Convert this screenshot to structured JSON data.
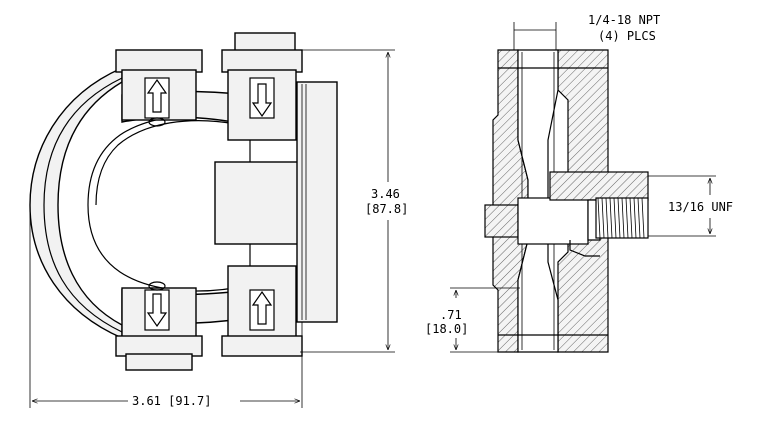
{
  "dimensions": {
    "height_label": "3.46",
    "height_metric": "[87.8]",
    "width_label": "3.61 [91.7]",
    "port_offset_label": ".71",
    "port_offset_metric": "[18.0]",
    "thread_label": "13/16 UNF",
    "npt_label_line1": "1/4-18 NPT",
    "npt_label_line2": "(4) PLCS"
  },
  "icons": {
    "flow_arrow": "outline-arrow-icon"
  }
}
